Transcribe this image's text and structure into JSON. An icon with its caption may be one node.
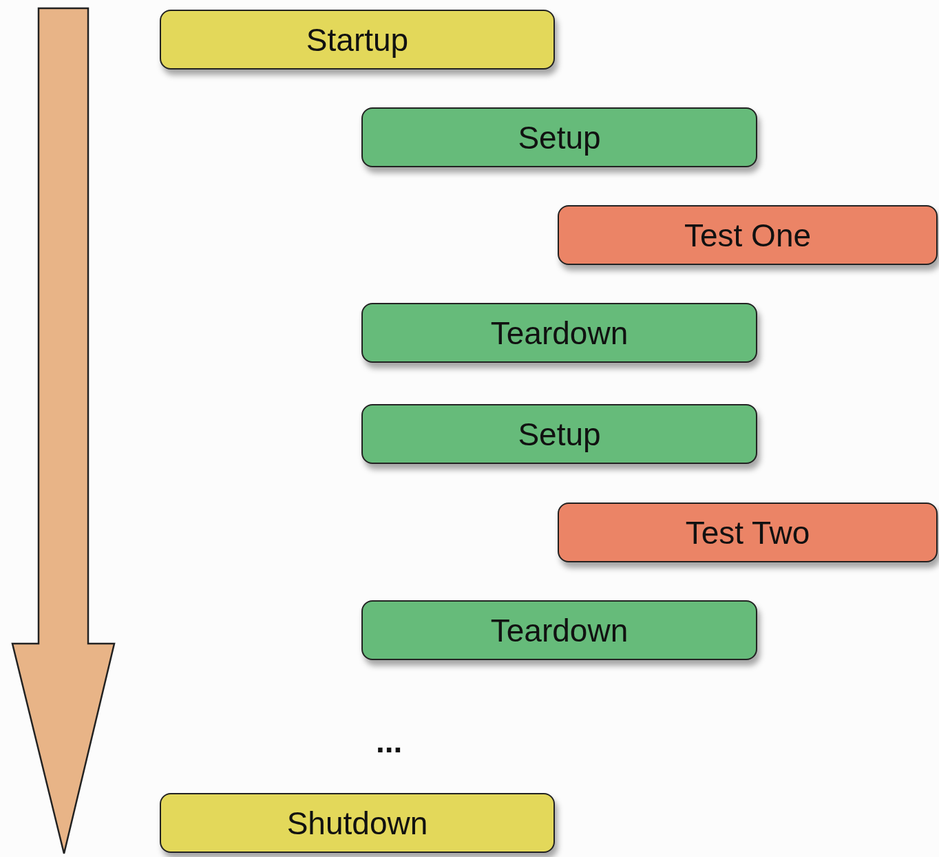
{
  "diagram": {
    "nodes": [
      {
        "text": [
          "Startup"
        ]
      },
      {
        "text": [
          "Setup"
        ]
      },
      {
        "text": [
          "Test One"
        ]
      },
      {
        "text": [
          "Teardown"
        ]
      },
      {
        "text": [
          "Setup"
        ]
      },
      {
        "text": [
          "Test Two"
        ]
      },
      {
        "text": [
          "Teardown"
        ]
      },
      {
        "text": [
          "Shutdown"
        ]
      }
    ],
    "edges": [],
    "labels": [
      "..."
    ]
  }
}
